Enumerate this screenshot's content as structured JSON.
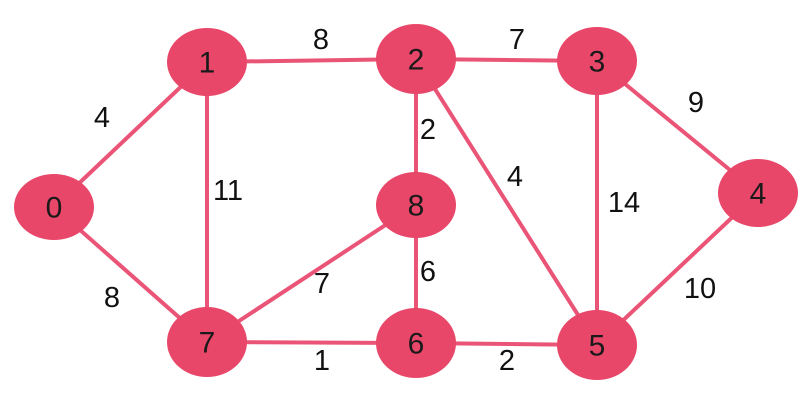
{
  "graph": {
    "node_color": "#e8476a",
    "edge_color": "#ea5577",
    "nodes": [
      {
        "id": "n0",
        "label": "0"
      },
      {
        "id": "n1",
        "label": "1"
      },
      {
        "id": "n2",
        "label": "2"
      },
      {
        "id": "n3",
        "label": "3"
      },
      {
        "id": "n4",
        "label": "4"
      },
      {
        "id": "n5",
        "label": "5"
      },
      {
        "id": "n6",
        "label": "6"
      },
      {
        "id": "n7",
        "label": "7"
      },
      {
        "id": "n8",
        "label": "8"
      }
    ],
    "edges": [
      {
        "from": "0",
        "to": "1",
        "weight": "4"
      },
      {
        "from": "0",
        "to": "7",
        "weight": "8"
      },
      {
        "from": "1",
        "to": "2",
        "weight": "8"
      },
      {
        "from": "1",
        "to": "7",
        "weight": "11"
      },
      {
        "from": "2",
        "to": "3",
        "weight": "7"
      },
      {
        "from": "2",
        "to": "8",
        "weight": "2"
      },
      {
        "from": "2",
        "to": "5",
        "weight": "4"
      },
      {
        "from": "3",
        "to": "4",
        "weight": "9"
      },
      {
        "from": "3",
        "to": "5",
        "weight": "14"
      },
      {
        "from": "4",
        "to": "5",
        "weight": "10"
      },
      {
        "from": "5",
        "to": "6",
        "weight": "2"
      },
      {
        "from": "6",
        "to": "7",
        "weight": "1"
      },
      {
        "from": "6",
        "to": "8",
        "weight": "6"
      },
      {
        "from": "7",
        "to": "8",
        "weight": "7"
      }
    ]
  }
}
